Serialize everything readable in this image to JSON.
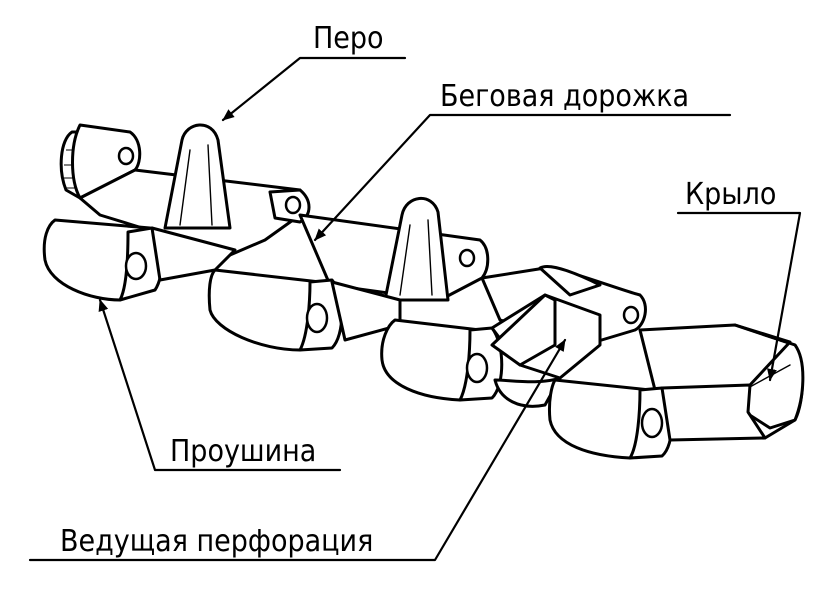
{
  "labels": {
    "pero": "Перо",
    "track": "Беговая дорожка",
    "wing": "Крыло",
    "eye": "Проушина",
    "drive": "Ведущая перфорация"
  }
}
